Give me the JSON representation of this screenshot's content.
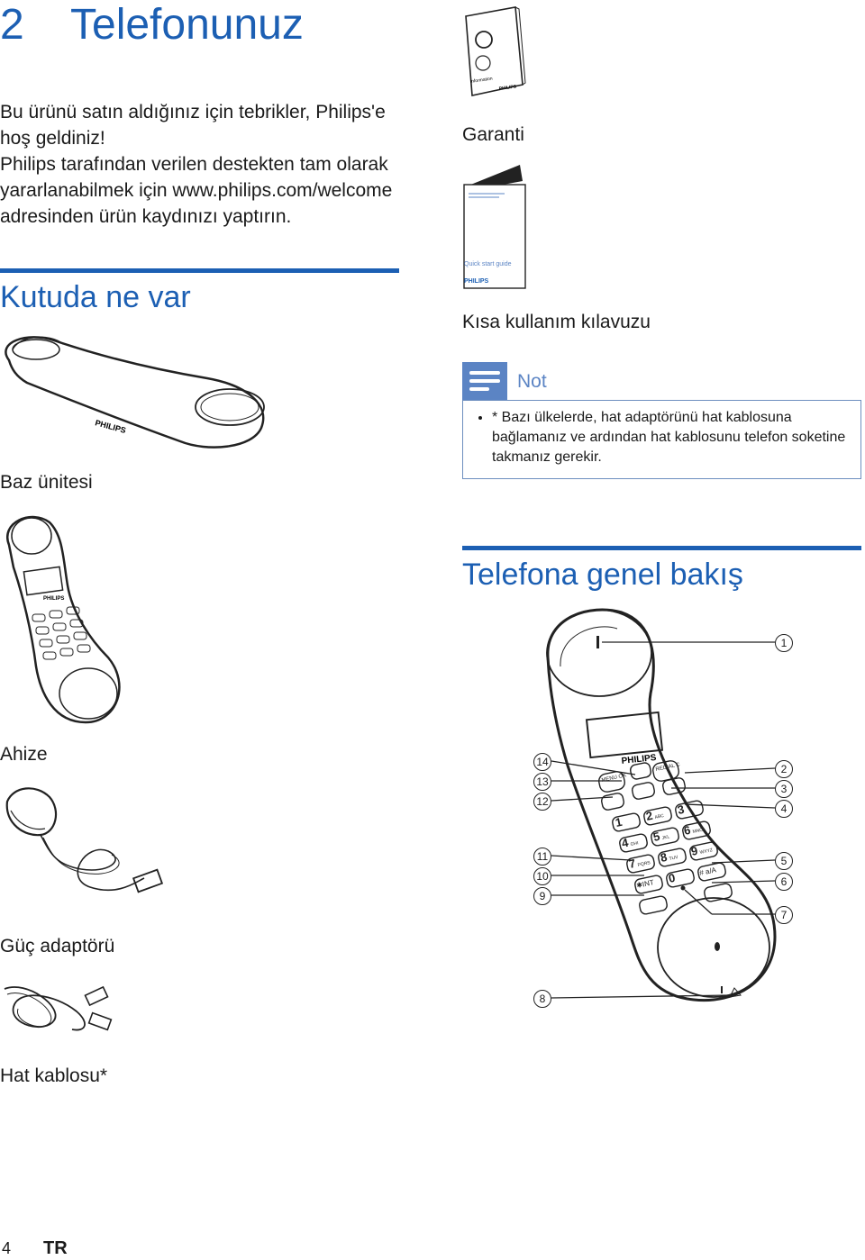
{
  "chapter": {
    "number": "2",
    "title": "Telefonunuz"
  },
  "intro": [
    "Bu ürünü satın aldığınız için tebrikler, Philips'e hoş geldiniz!",
    "Philips tarafından verilen destekten tam olarak yararlanabilmek için www.philips.com/welcome adresinden ürün kaydınızı yaptırın."
  ],
  "section_box": {
    "title": "Kutuda ne var"
  },
  "box_items": {
    "base": "Baz ünitesi",
    "handset": "Ahize",
    "adapter": "Güç adaptörü",
    "line_cord": "Hat kablosu*",
    "warranty": "Garanti",
    "quick_guide": "Kısa kullanım kılavuzu"
  },
  "booklet": {
    "info": "Information",
    "brand": "PHILIPS",
    "guide": "Quick start guide"
  },
  "note": {
    "title": "Not",
    "items": [
      "* Bazı ülkelerde, hat adaptörünü hat kablosuna bağlamanız ve ardından hat kablosunu telefon soketine takmanız gerekir."
    ]
  },
  "section_overview": {
    "title": "Telefona genel bakış"
  },
  "handset_keys": {
    "brand": "PHILIPS",
    "menu": "MENU OK",
    "redial": "REDIAL C",
    "k1": "1",
    "k2": "2",
    "k2s": "ABC",
    "k3": "3",
    "k4": "4",
    "k4s": "GHI",
    "k5": "5",
    "k5s": "JKL",
    "k6": "6",
    "k6s": "MNO",
    "k7": "7",
    "k7s": "PQRS",
    "k8": "8",
    "k8s": "TUV",
    "k9": "9",
    "k9s": "WXYZ",
    "star": "✱INT",
    "k0": "0",
    "hash": "# a/A"
  },
  "callouts": [
    "1",
    "2",
    "3",
    "4",
    "5",
    "6",
    "7",
    "8",
    "9",
    "10",
    "11",
    "12",
    "13",
    "14"
  ],
  "footer": {
    "page": "4",
    "lang": "TR"
  },
  "colors": {
    "accent": "#1c5fb3",
    "note_icon": "#5b84c4"
  }
}
